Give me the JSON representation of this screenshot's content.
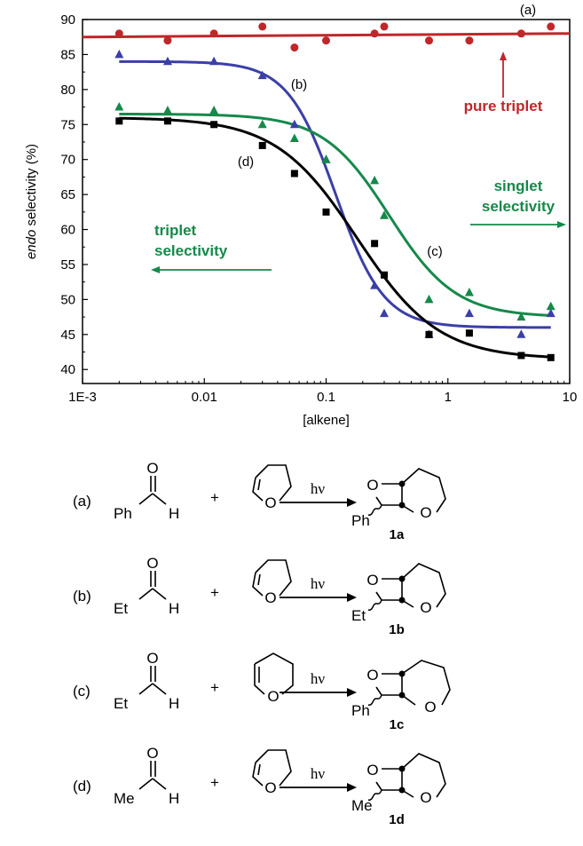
{
  "chart_data": {
    "type": "scatter",
    "ylabel_italic": "endo",
    "ylabel_rest": " selectivity (%)",
    "xlabel": "[alkene]",
    "x_scale": "log",
    "xlim": [
      0.001,
      10
    ],
    "ylim": [
      38,
      90
    ],
    "x_ticks": [
      {
        "value": 0.001,
        "label": "1E-3"
      },
      {
        "value": 0.01,
        "label": "0.01"
      },
      {
        "value": 0.1,
        "label": "0.1"
      },
      {
        "value": 1,
        "label": "1"
      },
      {
        "value": 10,
        "label": "10"
      }
    ],
    "y_ticks": [
      40,
      45,
      50,
      55,
      60,
      65,
      70,
      75,
      80,
      85,
      90
    ],
    "series": [
      {
        "name": "(a)",
        "color": "#c0262a",
        "marker": "circle",
        "x": [
          0.002,
          0.005,
          0.012,
          0.03,
          0.055,
          0.1,
          0.25,
          0.3,
          0.7,
          1.5,
          4,
          7
        ],
        "y": [
          88,
          87,
          88,
          89,
          86,
          87,
          88,
          89,
          87,
          87,
          88,
          89
        ],
        "fit": {
          "kind": "linear",
          "y_start": 87.5,
          "y_end": 88
        }
      },
      {
        "name": "(b)",
        "color": "#3b3fa6",
        "marker": "triangle",
        "x": [
          0.002,
          0.005,
          0.012,
          0.03,
          0.055,
          0.1,
          0.25,
          0.3,
          0.7,
          1.5,
          4,
          7
        ],
        "y": [
          85,
          84,
          84,
          82,
          75,
          70,
          52,
          48,
          45,
          48,
          45,
          48
        ],
        "fit": {
          "kind": "sigmoid",
          "top": 84,
          "bottom": 46,
          "x0": 0.12,
          "p": 2.2
        }
      },
      {
        "name": "(c)",
        "color": "#15894a",
        "marker": "triangle",
        "x": [
          0.002,
          0.005,
          0.012,
          0.03,
          0.055,
          0.1,
          0.25,
          0.3,
          0.7,
          1.5,
          4,
          7
        ],
        "y": [
          77.5,
          77,
          77,
          75,
          73,
          70,
          67,
          62,
          50,
          51,
          47.5,
          49
        ],
        "fit": {
          "kind": "sigmoid",
          "top": 76.5,
          "bottom": 47.5,
          "x0": 0.33,
          "p": 1.6
        }
      },
      {
        "name": "(d)",
        "color": "#000000",
        "marker": "square",
        "x": [
          0.002,
          0.005,
          0.012,
          0.03,
          0.055,
          0.1,
          0.25,
          0.3,
          0.7,
          1.5,
          4,
          7
        ],
        "y": [
          75.5,
          75.5,
          75,
          72,
          68,
          62.5,
          58,
          53.5,
          45,
          45.2,
          42,
          41.7
        ],
        "fit": {
          "kind": "sigmoid",
          "top": 76,
          "bottom": 41.5,
          "x0": 0.18,
          "p": 1.3
        }
      }
    ],
    "annotations": {
      "pure_triplet": "pure triplet",
      "singlet_1": "singlet",
      "singlet_2": "selectivity",
      "triplet_1": "triplet",
      "triplet_2": "selectivity"
    }
  },
  "schemes": [
    {
      "tag": "(a)",
      "substituent": "Ph",
      "aldehyde_h": "H",
      "plus": "+",
      "hv": "hν",
      "product_sub": "Ph",
      "product_label": "1a"
    },
    {
      "tag": "(b)",
      "substituent": "Et",
      "aldehyde_h": "H",
      "plus": "+",
      "hv": "hν",
      "product_sub": "Et",
      "product_label": "1b"
    },
    {
      "tag": "(c)",
      "substituent": "Et",
      "aldehyde_h": "H",
      "plus": "+",
      "hv": "hν",
      "product_sub": "Ph",
      "product_label": "1c"
    },
    {
      "tag": "(d)",
      "substituent": "Me",
      "aldehyde_h": "H",
      "plus": "+",
      "hv": "hν",
      "product_sub": "Me",
      "product_label": "1d"
    }
  ],
  "atoms": {
    "oxygen": "O"
  }
}
